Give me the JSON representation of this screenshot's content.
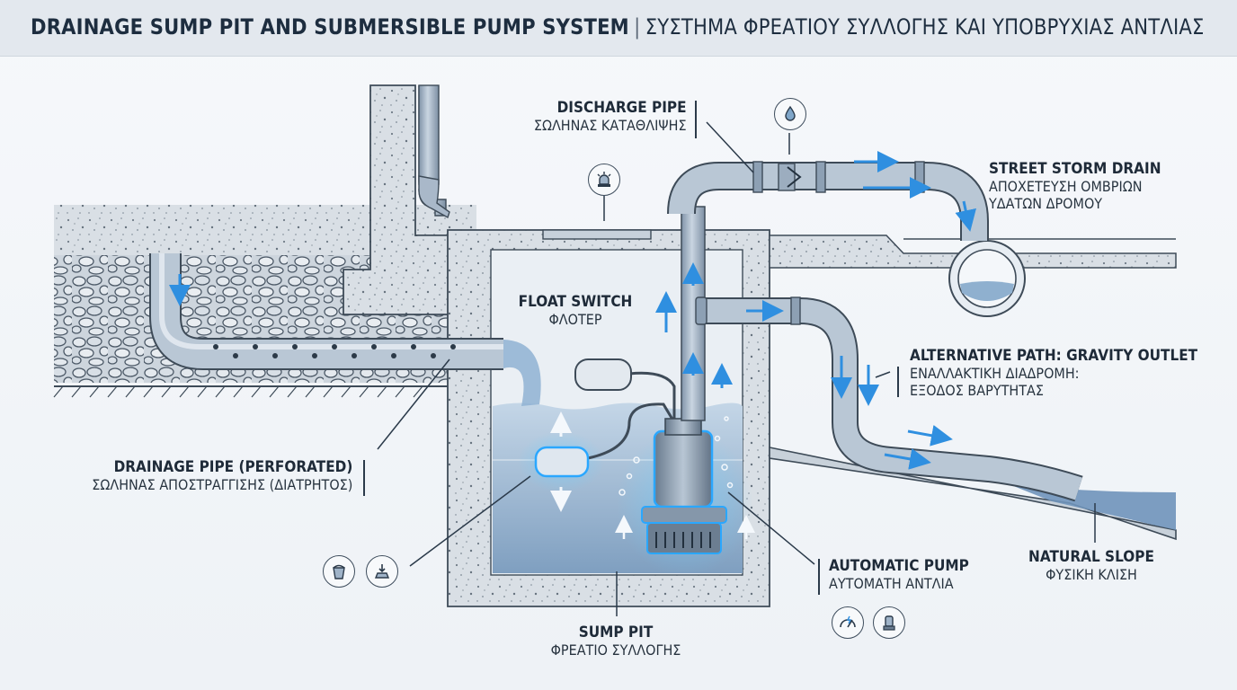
{
  "title": {
    "english": "DRAINAGE SUMP PIT AND SUBMERSIBLE PUMP SYSTEM",
    "separator": "|",
    "greek": "ΣΥΣΤΗΜΑ ΦΡΕΑΤΙΟΥ ΣΥΛΛΟΓΗΣ ΚΑΙ ΥΠΟΒΡΥΧΙΑΣ ΑΝΤΛΙΑΣ"
  },
  "labels": {
    "discharge_pipe": {
      "en": "DISCHARGE PIPE",
      "gr": "ΣΩΛΗΝΑΣ ΚΑΤΑΘΛΙΨΗΣ"
    },
    "street_storm_drain": {
      "en": "STREET STORM DRAIN",
      "gr1": "ΑΠΟΧΕΤΕΥΣΗ ΟΜΒΡΙΩΝ",
      "gr2": "ΥΔΑΤΩΝ ΔΡΟΜΟΥ"
    },
    "float_switch": {
      "en": "FLOAT SWITCH",
      "gr": "ΦΛΟΤΕΡ"
    },
    "alternative_path": {
      "en": "ALTERNATIVE PATH: GRAVITY OUTLET",
      "gr1": "ΕΝΑΛΛΑΚΤΙΚΗ ΔΙΑΔΡΟΜΗ:",
      "gr2": "ΕΞΟΔΟΣ ΒΑΡΥΤΗΤΑΣ"
    },
    "drainage_pipe": {
      "en": "DRAINAGE PIPE (PERFORATED)",
      "gr": "ΣΩΛΗΝΑΣ ΑΠΟΣΤΡΑΓΓΙΣΗΣ (ΔΙΑΤΡΗΤΟΣ)"
    },
    "automatic_pump": {
      "en": "AUTOMATIC PUMP",
      "gr": "ΑΥΤΟΜΑΤΗ ΑΝΤΛΙΑ"
    },
    "natural_slope": {
      "en": "NATURAL SLOPE",
      "gr": "ΦΥΣΙΚΗ ΚΛΙΣΗ"
    },
    "sump_pit": {
      "en": "SUMP PIT",
      "gr": "ΦΡΕΑΤΙΟ ΣΥΛΛΟΓΗΣ"
    }
  },
  "icons": {
    "check_valve": "water-drop-icon",
    "alarm": "alarm-light-icon",
    "bucket": "bucket-icon",
    "level_weight": "level-weight-icon",
    "gauge": "pressure-gauge-icon",
    "pump": "pump-icon"
  },
  "colors": {
    "water": "#7fa6c9",
    "pipe": "#a9b8c9",
    "concrete": "#d7dde3",
    "flow_arrow": "#2f8fe0",
    "glow": "#35b6ff",
    "ink": "#1e2a38"
  }
}
